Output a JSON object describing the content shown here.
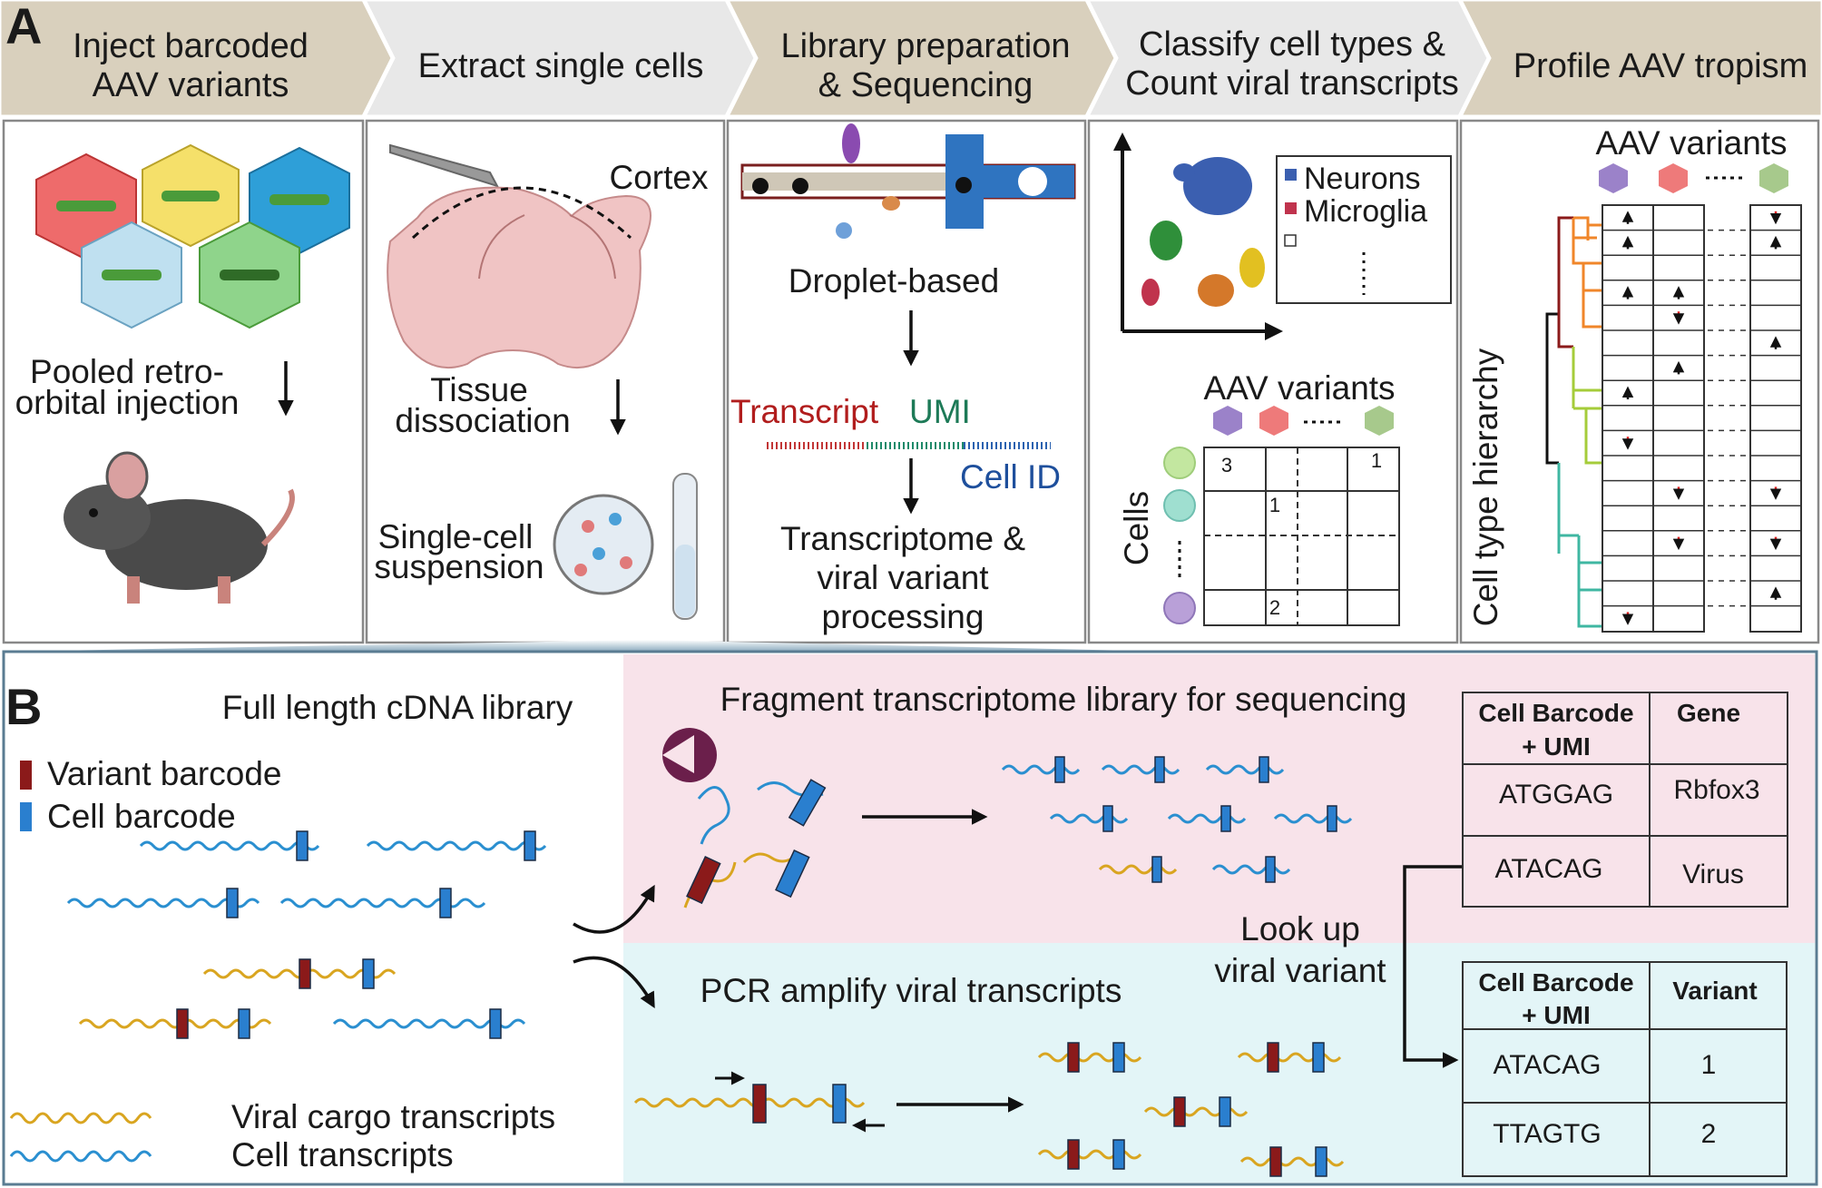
{
  "panel_a": {
    "letter": "A",
    "steps": [
      {
        "line1": "Inject barcoded",
        "line2": "AAV variants"
      },
      {
        "line1": "Extract single cells",
        "line2": ""
      },
      {
        "line1": "Library preparation",
        "line2": "& Sequencing"
      },
      {
        "line1": "Classify cell types &",
        "line2": "Count viral transcripts"
      },
      {
        "line1": "Profile AAV tropism",
        "line2": ""
      }
    ],
    "step1": {
      "inject_line1": "Pooled retro-",
      "inject_line2": "orbital injection"
    },
    "step2": {
      "region": "Cortex",
      "dissoc_line1": "Tissue",
      "dissoc_line2": "dissociation",
      "susp_line1": "Single-cell",
      "susp_line2": "suspension"
    },
    "step3": {
      "droplet": "Droplet-based",
      "transcript": "Transcript",
      "umi": "UMI",
      "cell_id": "Cell ID",
      "proc_line1": "Transcriptome &",
      "proc_line2": "viral variant",
      "proc_line3": "processing"
    },
    "step4": {
      "legend": [
        "Neurons",
        "Microglia"
      ],
      "variants_title": "AAV variants",
      "cells_label": "Cells",
      "matrix_values": [
        "3",
        "1",
        "1",
        "2"
      ]
    },
    "step5": {
      "variants_title": "AAV variants",
      "hierarchy_label": "Cell type hierarchy"
    }
  },
  "panel_b": {
    "letter": "B",
    "cdna_title": "Full length cDNA library",
    "legend_variant": "Variant barcode",
    "legend_cell": "Cell barcode",
    "legend_viral": "Viral cargo transcripts",
    "legend_cell_tx": "Cell transcripts",
    "fragment_title": "Fragment transcriptome library for sequencing",
    "pcr_title": "PCR amplify viral transcripts",
    "lookup_line1": "Look up",
    "lookup_line2": "viral variant",
    "table1": {
      "col1_line1": "Cell Barcode",
      "col1_line2": "+ UMI",
      "col2": "Gene",
      "rows": [
        [
          "ATGGAG",
          "Rbfox3"
        ],
        [
          "ATACAG",
          "Virus"
        ]
      ]
    },
    "table2": {
      "col1_line1": "Cell Barcode",
      "col1_line2": "+ UMI",
      "col2": "Variant",
      "rows": [
        [
          "ATACAG",
          "1"
        ],
        [
          "TTAGTG",
          "2"
        ]
      ]
    }
  },
  "colors": {
    "header_bg": "#d9d0bd",
    "pink_bg": "#f8e3ea",
    "cyan_bg": "#e3f5f7",
    "variant_red": "#8b1a1a",
    "cell_blue": "#2a7fcf",
    "viral_gold": "#d9a520",
    "transcript_blue": "#2a8fd0",
    "neurons": "#3b5fb0",
    "microglia": "#c0334d"
  }
}
